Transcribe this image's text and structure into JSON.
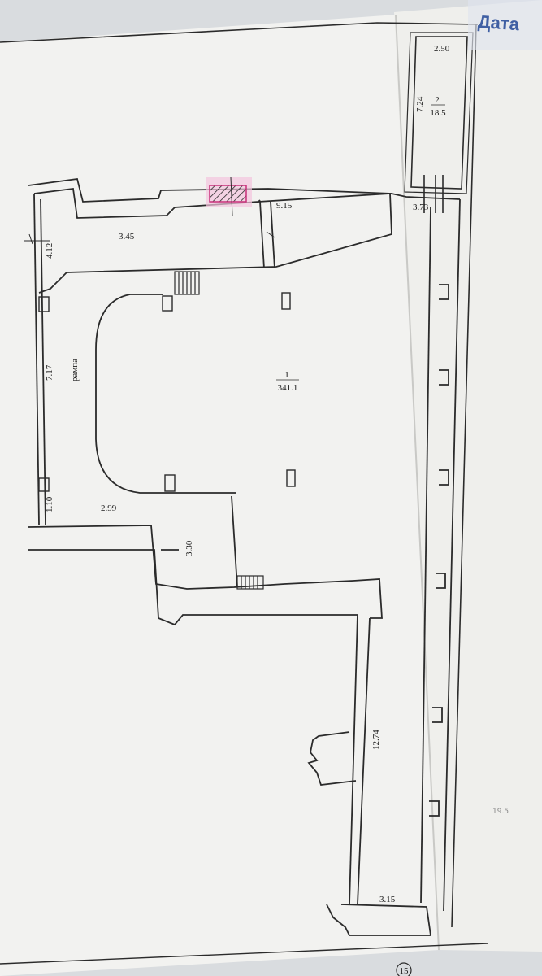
{
  "stamp": {
    "text": "Дата"
  },
  "rooms": [
    {
      "id": "1",
      "number": "1",
      "area": "341.1"
    },
    {
      "id": "2",
      "number": "2",
      "area": "18.5"
    }
  ],
  "labels": {
    "ramp": "рампа"
  },
  "dimensions": [
    "2.50",
    "7.24",
    "9.15",
    "3.73",
    "3.45",
    "4.12",
    "7.17",
    "1.10",
    "2.99",
    "3.30",
    "12.74",
    "3.15"
  ],
  "page_number": "15",
  "faint_text": "19.5",
  "colors": {
    "paper": "#f3f3f1",
    "line": "#2b2b2b",
    "hatch": "#c8307a",
    "stamp": "#3f5fa3"
  }
}
